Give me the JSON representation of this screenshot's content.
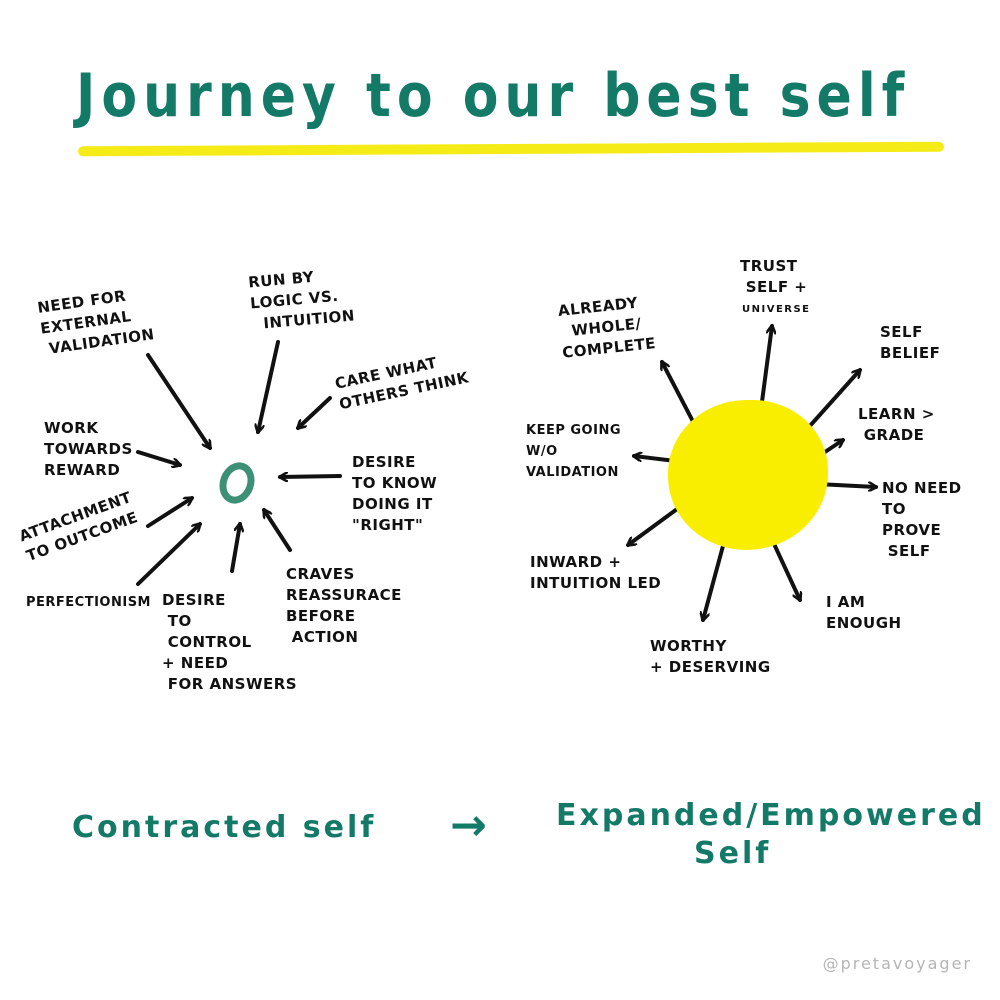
{
  "title": "Journey to our best self",
  "colors": {
    "title_green": "#147a68",
    "highlight_yellow": "#f5ec17",
    "sun_yellow": "#f9ee00",
    "contracted_center": "#3d8f76",
    "ink": "#111111",
    "credit_gray": "#b5b5b5"
  },
  "contracted": {
    "center_icon": "small-ring",
    "labels": [
      "Need for\nexternal\n validation",
      "Run by\nlogic vs.\n  intuition",
      "Care what\nothers think",
      "Work\ntowards\nreward",
      "Desire\nto know\ndoing it\n\"right\"",
      "Attachment\nto outcome",
      "Perfectionism",
      "Desire\n to\n control\n+ need\n for answers",
      "Craves\nreassurace\nbefore\n action"
    ]
  },
  "expanded": {
    "center_icon": "sun",
    "labels": [
      "Already\n  whole/\ncomplete",
      "Trust\n self +",
      "universe",
      "Self\nbelief",
      "Keep going\nw/o\nvalidation",
      "Learn >\n grade",
      "No need\nto\nprove\n self",
      "Inward +\nintuition led",
      "Worthy\n+ deserving",
      "I am\nenough"
    ]
  },
  "transition": {
    "from": "Contracted self",
    "arrow": "→",
    "to_line1": "Expanded/Empowered",
    "to_line2": "Self"
  },
  "credit": "@pretavoyager"
}
